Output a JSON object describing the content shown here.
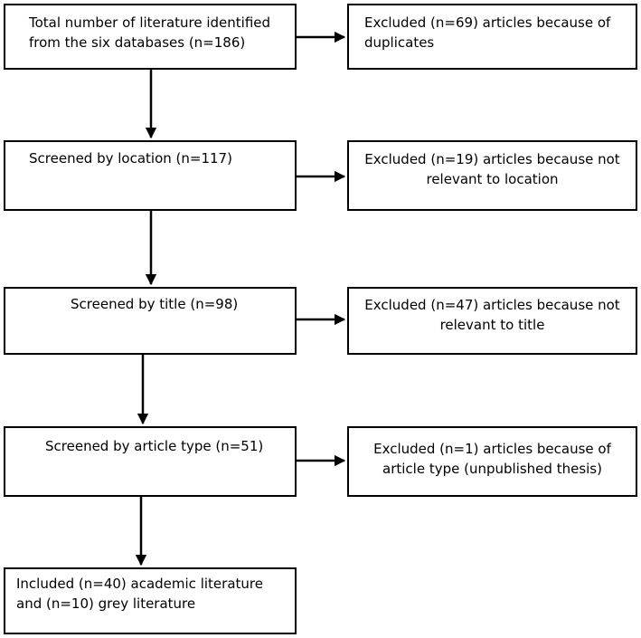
{
  "steps": [
    {
      "text": "Total number of literature identified\nfrom the six databases (n=186)"
    },
    {
      "text": "Screened by location (n=117)"
    },
    {
      "text": "Screened by title (n=98)"
    },
    {
      "text": "Screened by article type (n=51)"
    },
    {
      "text": "Included (n=40) academic literature\nand (n=10) grey literature"
    }
  ],
  "exclusions": [
    {
      "text": "Excluded (n=69) articles because of\nduplicates"
    },
    {
      "text": "Excluded (n=19) articles because not\nrelevant to location"
    },
    {
      "text": "Excluded (n=47) articles because not\nrelevant to title"
    },
    {
      "text": "Excluded (n=1) articles because of\narticle type (unpublished thesis)"
    }
  ]
}
